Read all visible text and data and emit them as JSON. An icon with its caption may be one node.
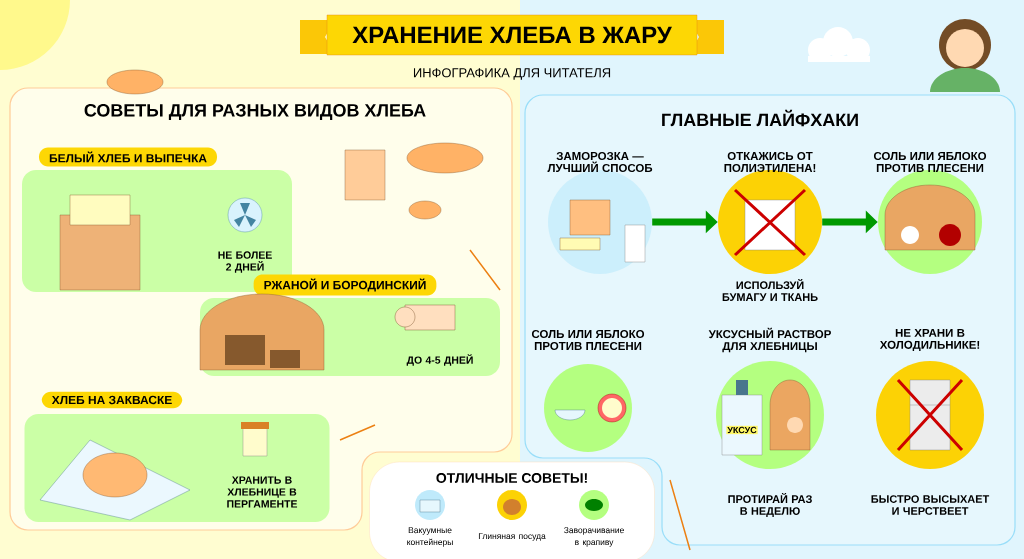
{
  "diagram": {
    "title": "ХРАНЕНИЕ ХЛЕБА В ЖАРУ",
    "nodes": [
      {
        "text": [
          "СОВЕТЫ ДЛЯ РАЗНЫХ ВИДОВ ХЛЕБА"
        ]
      },
      {
        "text": [
          "БЕЛЫЙ ХЛЕБ И ВЫПЕЧКА",
          "НЕ БОЛЕЕ 2 ДНЕЙ"
        ],
        "in": 0
      },
      {
        "text": [
          "РЖАНОЙ И БОРОДИНСКИЙ",
          "ДО 4-5 ДНЕЙ"
        ],
        "in": 0
      },
      {
        "text": [
          "ХЛЕБ НА ЗАКВАСКЕ",
          "ХРАНИТЬ В ХЛЕБНИЦЕ В ПЕРГАМЕНТЕ"
        ],
        "in": 0
      },
      {
        "text": [
          "ГЛАВНЫЕ ЛАЙФХАКИ"
        ]
      },
      {
        "text": [
          "ЗАМОРОЗКА — ЛУЧШИЙ СПОСОБ"
        ],
        "in": 4
      },
      {
        "text": [
          "ОТКАЖИСЬ ОТ ПОЛИЭТИЛЕНА!",
          "ИСПОЛЬЗУЙ БУМАГУ И ТКАНЬ"
        ],
        "in": 4
      },
      {
        "text": [
          "СОЛЬ ИЛИ ЯБЛОКО ПРОТИВ ПЛЕСЕНИ"
        ],
        "in": 4
      },
      {
        "text": [
          "СОЛЬ ИЛИ ЯБЛОКО ПРОТИВ ПЛЕСЕНИ"
        ],
        "in": 4
      },
      {
        "text": [
          "УКСУСНЫЙ РАСТВОР ДЛЯ ХЛЕБНИЦЫ",
          "ПРОТИРАЙ РАЗ В НЕДЕЛЮ"
        ],
        "in": 4
      },
      {
        "text": [
          "НЕ ХРАНИ В ХОЛОДИЛЬНИКЕ!",
          "БЫСТРО ВЫСЫХАЕТ И ЧЕРСТВЕЕТ"
        ],
        "in": 4
      },
      {
        "text": [
          "ОТЛИЧНЫЕ СОВЕТЫ!"
        ]
      },
      {
        "text": [
          "Вакуумные контейнеры"
        ],
        "in": 11
      },
      {
        "text": [
          "Глиняная посуда"
        ],
        "in": 11
      },
      {
        "text": [
          "Заворачивание в крапиву"
        ],
        "in": 11
      }
    ],
    "edges": [
      {
        "from": 5,
        "to": 6,
        "arrow": "to"
      },
      {
        "from": 6,
        "to": 7,
        "arrow": "to"
      }
    ],
    "labels": [
      "ИНФОГРАФИКА ДЛЯ ЧИТАТЕЛЯ",
      "УКСУС"
    ]
  }
}
